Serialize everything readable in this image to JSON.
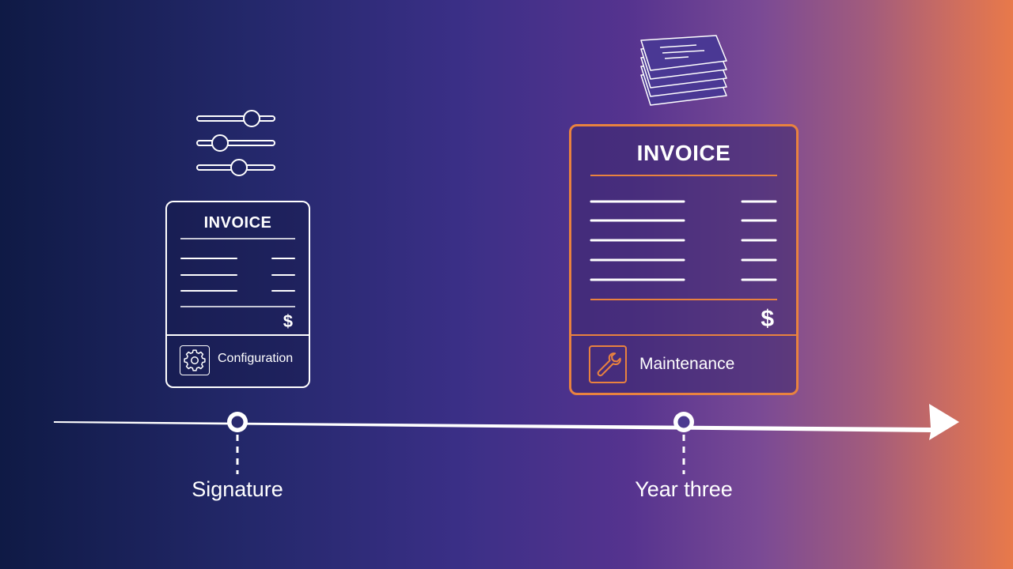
{
  "timeline": {
    "milestones": [
      {
        "label": "Signature"
      },
      {
        "label": "Year three"
      }
    ]
  },
  "cards": [
    {
      "title": "INVOICE",
      "currency_symbol": "$",
      "footer_label": "Configuration",
      "footer_icon": "gear-icon",
      "above_icon": "sliders-icon",
      "border_color": "#ffffff"
    },
    {
      "title": "INVOICE",
      "currency_symbol": "$",
      "footer_label": "Maintenance",
      "footer_icon": "wrench-icon",
      "above_icon": "document-stack-icon",
      "border_color": "#e9823f"
    }
  ],
  "colors": {
    "accent": "#e9823f",
    "line": "#ffffff",
    "background_start": "#0f1a45",
    "background_end": "#e8794a"
  }
}
